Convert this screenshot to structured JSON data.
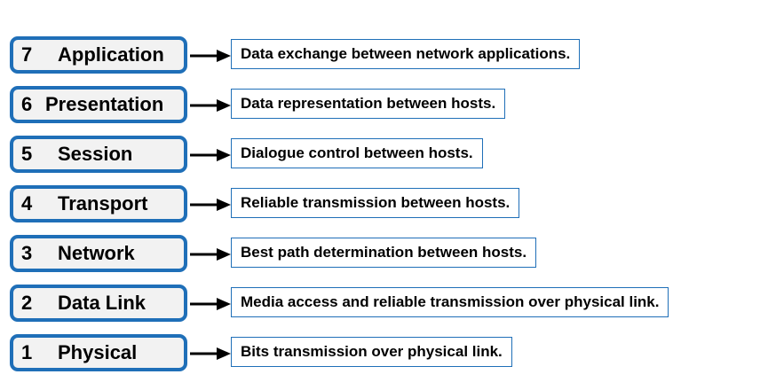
{
  "layers": [
    {
      "number": "7",
      "name": "Application",
      "description": "Data exchange between network applications."
    },
    {
      "number": "6",
      "name": "Presentation",
      "description": "Data representation between hosts."
    },
    {
      "number": "5",
      "name": "Session",
      "description": "Dialogue control between hosts."
    },
    {
      "number": "4",
      "name": "Transport",
      "description": "Reliable transmission between hosts."
    },
    {
      "number": "3",
      "name": "Network",
      "description": "Best path determination between hosts."
    },
    {
      "number": "2",
      "name": "Data Link",
      "description": "Media access and reliable transmission over physical link."
    },
    {
      "number": "1",
      "name": "Physical",
      "description": "Bits transmission over physical link."
    }
  ],
  "colors": {
    "box_border": "#1f6fb8",
    "box_fill": "#f2f2f2",
    "arrow": "#000000"
  }
}
